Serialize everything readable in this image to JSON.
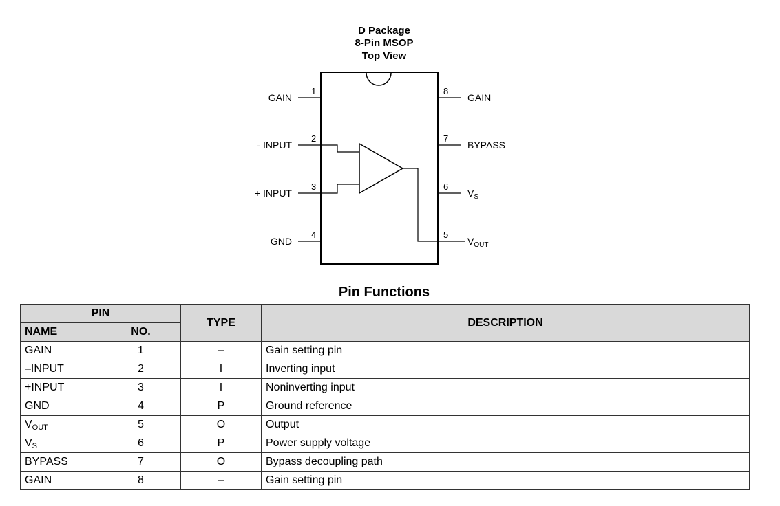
{
  "diagram": {
    "title_lines": [
      "D Package",
      "8-Pin MSOP",
      "Top View"
    ],
    "pins": [
      {
        "no": "1",
        "label": "GAIN"
      },
      {
        "no": "2",
        "label": "- INPUT"
      },
      {
        "no": "3",
        "label": "+ INPUT"
      },
      {
        "no": "4",
        "label": "GND"
      },
      {
        "no": "5",
        "label_main": "V",
        "label_sub": "OUT"
      },
      {
        "no": "6",
        "label_main": "V",
        "label_sub": "S"
      },
      {
        "no": "7",
        "label": "BYPASS"
      },
      {
        "no": "8",
        "label": "GAIN"
      }
    ]
  },
  "table": {
    "title": "Pin Functions",
    "header": {
      "pin": "PIN",
      "name": "NAME",
      "no": "NO.",
      "type": "TYPE",
      "description": "DESCRIPTION"
    },
    "rows": [
      {
        "name": "GAIN",
        "no": "1",
        "type": "–",
        "description": "Gain setting pin"
      },
      {
        "name": "–INPUT",
        "no": "2",
        "type": "I",
        "description": "Inverting input"
      },
      {
        "name": "+INPUT",
        "no": "3",
        "type": "I",
        "description": "Noninverting input"
      },
      {
        "name": "GND",
        "no": "4",
        "type": "P",
        "description": "Ground reference"
      },
      {
        "name_main": "V",
        "name_sub": "OUT",
        "no": "5",
        "type": "O",
        "description": "Output"
      },
      {
        "name_main": "V",
        "name_sub": "S",
        "no": "6",
        "type": "P",
        "description": "Power supply voltage"
      },
      {
        "name": "BYPASS",
        "no": "7",
        "type": "O",
        "description": "Bypass decoupling path"
      },
      {
        "name": "GAIN",
        "no": "8",
        "type": "–",
        "description": "Gain setting pin"
      }
    ]
  }
}
